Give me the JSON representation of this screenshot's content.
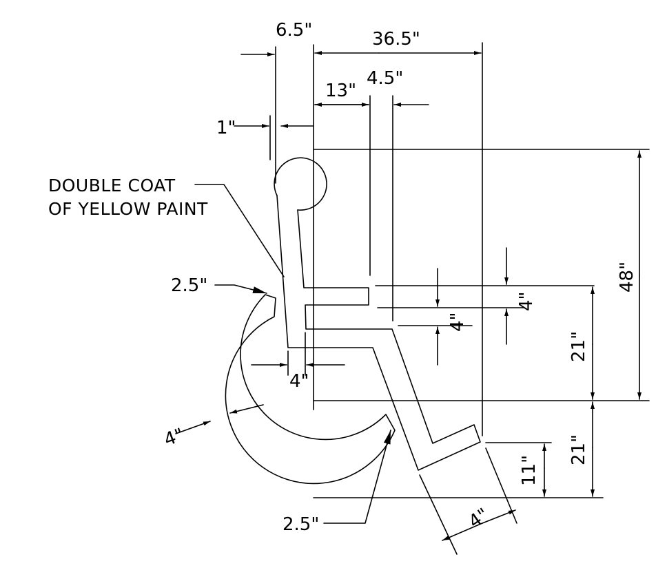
{
  "diagram": {
    "note": {
      "line1": "DOUBLE COAT",
      "line2": "OF YELLOW PAINT"
    },
    "dimensions": {
      "head_width": "6.5\"",
      "overall_width": "36.5\"",
      "seat_offset": "13\"",
      "backrest_gap": "4.5\"",
      "head_offset": "1\"",
      "overall_height": "48\"",
      "seat_height": "21\"",
      "lower_height": "21\"",
      "foot_height": "11\"",
      "arm_thickness": "4\"",
      "seat_thickness": "4\"",
      "torso_width": "4\"",
      "wheel_thickness": "4\"",
      "leg_width": "4\"",
      "wheel_gap_top": "2.5\"",
      "wheel_gap_bottom": "2.5\""
    }
  }
}
